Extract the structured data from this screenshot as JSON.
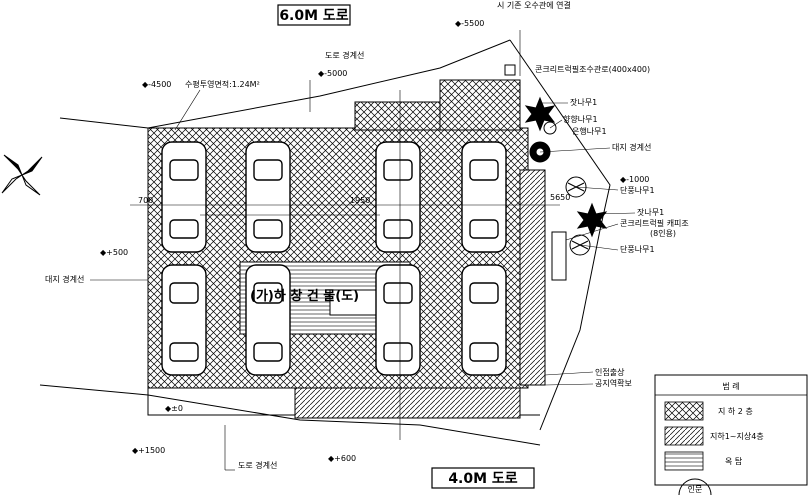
{
  "roads": {
    "top": "6.0M 도로",
    "bottom": "4.0M 도로"
  },
  "labels": {
    "top_level_5500": "◆-5500",
    "drain_note": "시 기존 오수관에 연결",
    "road_boundary_top": "도로 경계선",
    "level_4500": "◆-4500",
    "permeable_area": "수평투영면적:1.24M²",
    "level_5000": "◆-5000",
    "manhole": "콘크리트럭필조수관로(400x400)",
    "pine1": "잣나무1",
    "tree_small1": "향향나무1",
    "tree_small2": "은행나무1",
    "site_boundary_right": "대지 경계선",
    "level_1000": "◆-1000",
    "maple1": "단풍나무1",
    "pine2": "잣나무1",
    "bench": "콘크리트럭필 캐피조",
    "bench_count": "(8인용)",
    "maple2": "단풍나무1",
    "level_500": "◆+500",
    "site_boundary_left": "대지 경계선",
    "building_name": "(가)하 창 건 물(도)",
    "retaining_top": "인접출상",
    "retaining_bottom": "공지역확보",
    "level_0": "◆±0",
    "level_1500": "◆+1500",
    "road_boundary_bottom": "도로 경계선",
    "level_600": "◆+600",
    "dim_700": "700",
    "dim_1950": "1950",
    "dim_5650": "5650"
  },
  "legend": {
    "title": "범  례",
    "items": [
      {
        "label": "지 하 2 층"
      },
      {
        "label": "지하1~지상4층"
      },
      {
        "label": "옥    탑"
      }
    ]
  },
  "stamp": "인문"
}
